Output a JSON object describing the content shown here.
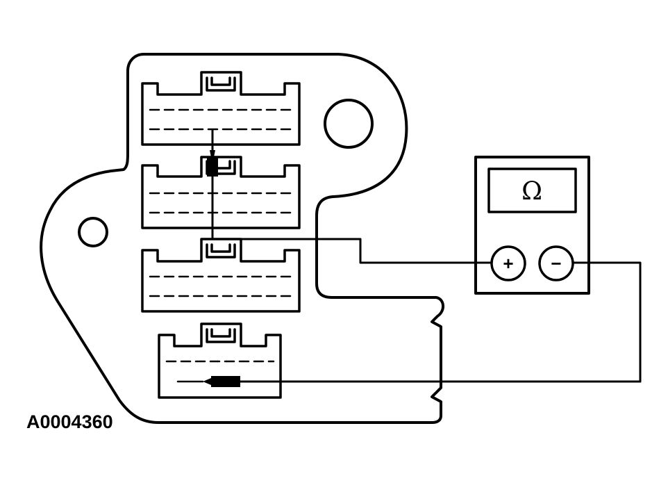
{
  "diagram": {
    "figure_id": "A0004360",
    "meter": {
      "display_symbol": "Ω",
      "positive_terminal": "+",
      "negative_terminal": "−"
    },
    "connectors": [
      {
        "name": "connector-1"
      },
      {
        "name": "connector-2"
      },
      {
        "name": "connector-3"
      },
      {
        "name": "connector-4"
      }
    ],
    "colors": {
      "line": "#000000",
      "background": "#ffffff"
    }
  }
}
